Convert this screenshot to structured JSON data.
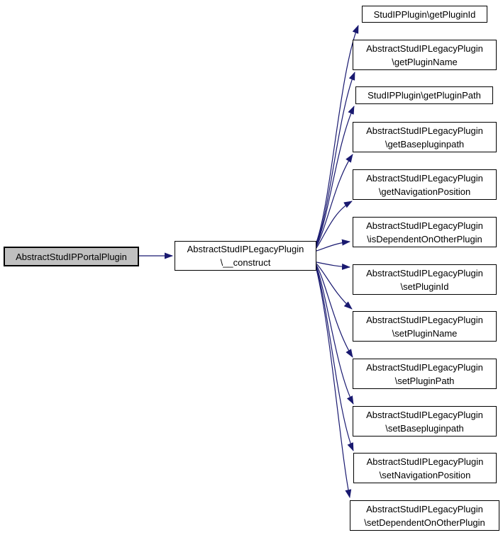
{
  "graph": {
    "caller": {
      "label": "AbstractStudIPPortalPlugin"
    },
    "center": {
      "label": "AbstractStudIPLegacyPlugin\n\\__construct"
    },
    "callees": [
      {
        "label": "StudIPPlugin\\getPluginId"
      },
      {
        "label": "AbstractStudIPLegacyPlugin\n\\getPluginName"
      },
      {
        "label": "StudIPPlugin\\getPluginPath"
      },
      {
        "label": "AbstractStudIPLegacyPlugin\n\\getBasepluginpath"
      },
      {
        "label": "AbstractStudIPLegacyPlugin\n\\getNavigationPosition"
      },
      {
        "label": "AbstractStudIPLegacyPlugin\n\\isDependentOnOtherPlugin"
      },
      {
        "label": "AbstractStudIPLegacyPlugin\n\\setPluginId"
      },
      {
        "label": "AbstractStudIPLegacyPlugin\n\\setPluginName"
      },
      {
        "label": "AbstractStudIPLegacyPlugin\n\\setPluginPath"
      },
      {
        "label": "AbstractStudIPLegacyPlugin\n\\setBasepluginpath"
      },
      {
        "label": "AbstractStudIPLegacyPlugin\n\\setNavigationPosition"
      },
      {
        "label": "AbstractStudIPLegacyPlugin\n\\setDependentOnOtherPlugin"
      }
    ]
  },
  "colors": {
    "edge": "#191970",
    "caller_fill": "#c0c0c0",
    "node_fill": "#ffffff",
    "border": "#000000"
  }
}
